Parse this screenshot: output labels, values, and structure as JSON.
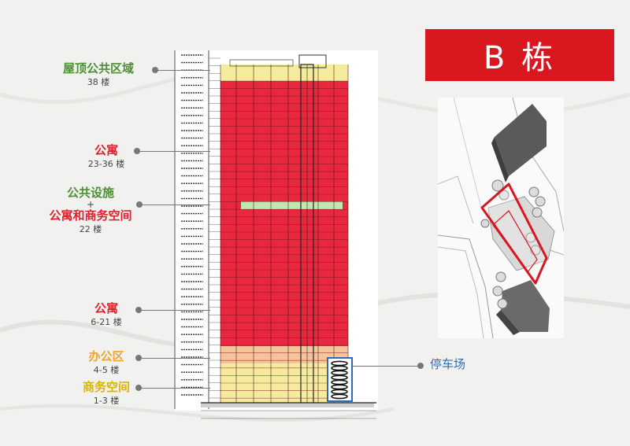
{
  "building_title": "B 栋",
  "colors": {
    "green": "#4d8f33",
    "red": "#e0212d",
    "orange": "#f0a32c",
    "yellow": "#d9b400",
    "blue": "#2f6cb5",
    "banner_red": "#d8171f"
  },
  "zones": {
    "roof": {
      "title": "屋顶公共区域",
      "floors": "38 楼"
    },
    "apartment_upper": {
      "title": "公寓",
      "floors": "23-36 楼"
    },
    "mixed": {
      "title_green": "公共设施",
      "plus": "+",
      "title_red": "公寓和商务空间",
      "floors": "22 楼"
    },
    "apartment_lower": {
      "title": "公寓",
      "floors": "6-21 楼"
    },
    "office": {
      "title": "办公区",
      "floors": "4-5 楼"
    },
    "business": {
      "title": "商务空间",
      "floors": "1-3 楼"
    },
    "parking": {
      "title": "停车场"
    }
  },
  "site_plan": {
    "icon": "site-plan-aerial-view"
  }
}
